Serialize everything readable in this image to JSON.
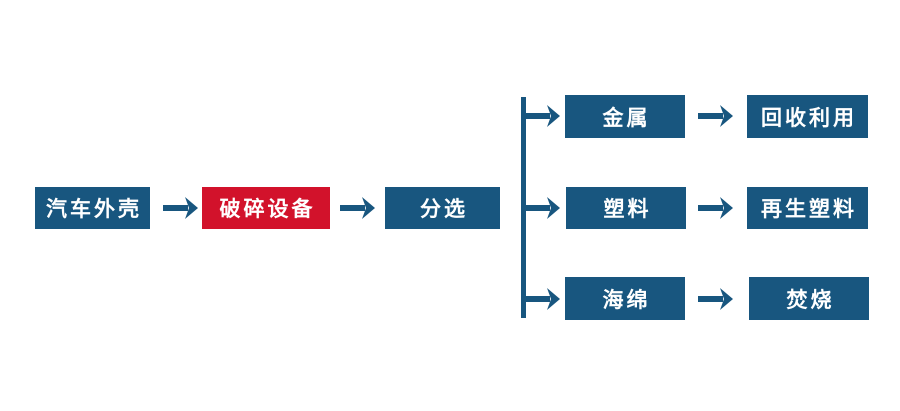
{
  "colors": {
    "node_blue": "#18567F",
    "node_red": "#D2122B",
    "background": "#FFFFFF",
    "text": "#FFFFFF"
  },
  "flowchart": {
    "main_nodes": [
      {
        "label": "汽车外壳",
        "variant": "blue"
      },
      {
        "label": "破碎设备",
        "variant": "red"
      },
      {
        "label": "分选",
        "variant": "blue"
      }
    ],
    "branches": [
      {
        "material": "金属",
        "outcome": "回收利用"
      },
      {
        "material": "塑料",
        "outcome": "再生塑料"
      },
      {
        "material": "海绵",
        "outcome": "焚烧"
      }
    ],
    "icons": {
      "arrow": "→"
    }
  }
}
